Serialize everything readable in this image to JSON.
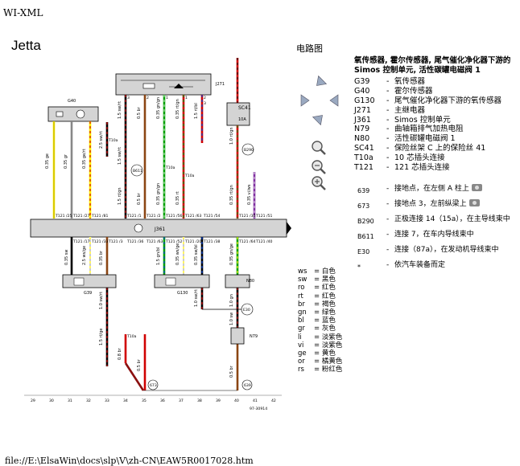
{
  "window": {
    "header_text": "WI-XML",
    "footer_path": "file://E:\\ElsaWin\\docs\\slp\\V\\zh-CN\\EAW5R0017028.htm"
  },
  "page": {
    "model": "Jetta",
    "diagram_title": "电路图"
  },
  "description": {
    "heading_line1": "氧传感器, 霍尔传感器, 尾气催化净化器下游的",
    "heading_line2": "Simos 控制单元, 活性碳罐电磁阀 1"
  },
  "legend": [
    {
      "code": "G39",
      "desc": "氧传感器"
    },
    {
      "code": "G40",
      "desc": "霍尔传感器"
    },
    {
      "code": "G130",
      "desc": "尾气催化净化器下游的氧传感器"
    },
    {
      "code": "J271",
      "desc": "主继电器"
    },
    {
      "code": "J361",
      "desc": "Simos 控制单元"
    },
    {
      "code": "N79",
      "desc": "曲轴箱排气加热电阻"
    },
    {
      "code": "N80",
      "desc": "活性碳罐电磁阀 1"
    },
    {
      "code": "SC41",
      "desc": "保险丝架 C 上的保险丝 41"
    },
    {
      "code": "T10a",
      "desc": "10 芯插头连接"
    },
    {
      "code": "T121",
      "desc": "121 芯插头连接"
    }
  ],
  "legend2": [
    {
      "code": "639",
      "desc": "接地点，在左侧 A 柱上",
      "cam": true
    },
    {
      "code": "673",
      "desc": "接地点 3，左前纵梁上",
      "cam": true
    },
    {
      "code": "B290",
      "desc": "正极连接 14（15a），在主导线束中",
      "cam": false
    },
    {
      "code": "B611",
      "desc": "连接 7，在车内导线束中",
      "cam": false
    },
    {
      "code": "E30",
      "desc": "连接（87a），在发动机导线束中",
      "cam": false
    },
    {
      "code": "*",
      "desc": "依汽车装备而定",
      "cam": false
    }
  ],
  "colors": [
    {
      "code": "ws",
      "name": "白色"
    },
    {
      "code": "sw",
      "name": "黑色"
    },
    {
      "code": "ro",
      "name": "红色"
    },
    {
      "code": "rt",
      "name": "红色"
    },
    {
      "code": "br",
      "name": "褐色"
    },
    {
      "code": "gn",
      "name": "绿色"
    },
    {
      "code": "bl",
      "name": "蓝色"
    },
    {
      "code": "gr",
      "name": "灰色"
    },
    {
      "code": "li",
      "name": "淡紫色"
    },
    {
      "code": "vi",
      "name": "淡紫色"
    },
    {
      "code": "ge",
      "name": "黄色"
    },
    {
      "code": "or",
      "name": "橘黄色"
    },
    {
      "code": "rs",
      "name": "粉红色"
    }
  ],
  "diagram": {
    "components": {
      "g40": "G40",
      "j271": "J271",
      "sc41": "SC41",
      "sc41_amp": "10A",
      "j361": "J361",
      "g39": "G39",
      "g130": "G130",
      "n80": "N80",
      "n79": "N79"
    },
    "connectors": {
      "t10a_a": "T10a",
      "t10a_b": "T10a",
      "t10a_c": "T10a",
      "t10a_d": "T10a"
    },
    "points": {
      "b611": "B611",
      "b290": "B290",
      "e30": "E30",
      "g673": "673",
      "g639": "639"
    },
    "wire_labels": {
      "w1": "0.35 ge",
      "w2": "0.35 gr",
      "w3": "0.35 ge/rt",
      "w4": "1.5 sw/rt",
      "w5": "0.5 br",
      "w6": "0.35 gn/gn",
      "w7": "0.35 rt/gn",
      "w8": "1.5 rt/bl",
      "w9": "2.5 sw/rt",
      "w10": "1.5 sw/rt",
      "w11": "0.5 br",
      "w12": "0.35 gn/gn",
      "w13": "0.35 rt",
      "w14": "1.5 rt/gn",
      "w15": "1.0 rt/gn",
      "w16": "0.35 rt/gn",
      "w17": "0.35 vi/ws",
      "w18": "0.35 sw",
      "w19": "2.5 ws/ge",
      "w20": "0.35 br",
      "w21": "0.35 ws/ge",
      "w22": "1.5 gn/bl",
      "w23": "0.35 sw/bl",
      "w24": "0.35 gn/ge",
      "w25": "1.0 sw/rt",
      "w26": "1.5 rt/ge",
      "w27": "0.8 br",
      "w28": "0.5 br",
      "w29": "1.0 sw/rt",
      "w30": "1.0 gn",
      "w31": "1.0 sw",
      "w32": "0.5 br"
    },
    "pins": {
      "p1": "3",
      "p2": "2",
      "p3": "1",
      "p4": "1",
      "p5": "2",
      "p6": "3",
      "t1": "T121 /25",
      "t2": "T121 /27",
      "t3": "T121 /81",
      "t4": "T121 /1",
      "t5": "T121 /2",
      "t6": "T121 /56",
      "t7": "T121 /63",
      "t8": "T121 /35",
      "t9": "T121 /51",
      "t10": "T121 /54",
      "t11": "T121 /17",
      "t12": "T121 /33",
      "t13": "T121 /3",
      "t14": "T121 /36",
      "t15": "T121 /52",
      "t16": "T121 /20",
      "t17": "T121 /38",
      "t18": "T121 /64",
      "t19": "T121 /40",
      "t20": "T121 /63"
    },
    "scale": [
      "29",
      "30",
      "31",
      "32",
      "33",
      "34",
      "35",
      "36",
      "37",
      "38",
      "39",
      "40",
      "41",
      "42"
    ],
    "ref": "97-30914"
  }
}
